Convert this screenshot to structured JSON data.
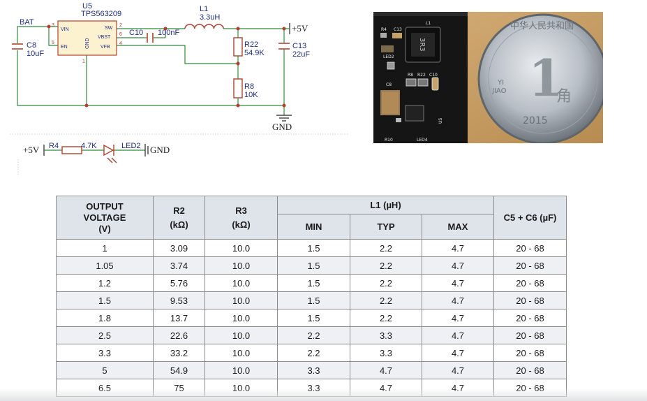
{
  "schematic": {
    "u5_ref": "U5",
    "u5_part": "TPS563209",
    "bat_label": "BAT",
    "pin_vin": "VIN",
    "pin_en": "EN",
    "pin_gnd": "GND",
    "pin_sw": "SW",
    "pin_vbst": "VBST",
    "pin_vfb": "VFB",
    "pin_num_vin": "3",
    "pin_num_en": "5",
    "pin_num_sw": "2",
    "pin_num_vbst": "6",
    "pin_num_vfb": "4",
    "pin_num_gnd": "1",
    "c8_ref": "C8",
    "c8_value": "10uF",
    "c10_ref": "C10",
    "c10_value": "100nF",
    "l1_ref": "L1",
    "l1_value": "3.3uH",
    "out_label": "+5V",
    "r22_ref": "R22",
    "r22_value": "54.9K",
    "r8_ref": "R8",
    "r8_value": "10K",
    "c13_ref": "C13",
    "c13_value": "22uF",
    "gnd_label": "GND",
    "led_vin_label": "+5V",
    "r4_ref": "R4",
    "r4_value": "4.7K",
    "led2_ref": "LED2",
    "led_gnd_label": "GND"
  },
  "photo": {
    "board_labels": [
      "R4",
      "C13",
      "L1",
      "LED2",
      "3R3",
      "R8",
      "R22",
      "C10",
      "C8",
      "US",
      "R10",
      "LED4"
    ],
    "coin_labels": {
      "denomination": "1",
      "unit": "角",
      "pinyin_yi": "YI",
      "pinyin_jiao": "JIAO",
      "year": "2015",
      "top_arc": "中华人民共和国"
    }
  },
  "table": {
    "headers": {
      "output_voltage_line1": "OUTPUT",
      "output_voltage_line2": "VOLTAGE",
      "output_voltage_line3": "(V)",
      "r2": "R2",
      "r2_unit": "(kΩ)",
      "r3": "R3",
      "r3_unit": "(kΩ)",
      "l1": "L1 (µH)",
      "min": "MIN",
      "typ": "TYP",
      "max": "MAX",
      "cap": "C5 + C6 (µF)"
    },
    "rows": [
      [
        "1",
        "3.09",
        "10.0",
        "1.5",
        "2.2",
        "4.7",
        "20 - 68"
      ],
      [
        "1.05",
        "3.74",
        "10.0",
        "1.5",
        "2.2",
        "4.7",
        "20 - 68"
      ],
      [
        "1.2",
        "5.76",
        "10.0",
        "1.5",
        "2.2",
        "4.7",
        "20 - 68"
      ],
      [
        "1.5",
        "9.53",
        "10.0",
        "1.5",
        "2.2",
        "4.7",
        "20 - 68"
      ],
      [
        "1.8",
        "13.7",
        "10.0",
        "1.5",
        "2.2",
        "4.7",
        "20 - 68"
      ],
      [
        "2.5",
        "22.6",
        "10.0",
        "2.2",
        "3.3",
        "4.7",
        "20 - 68"
      ],
      [
        "3.3",
        "33.2",
        "10.0",
        "2.2",
        "3.3",
        "4.7",
        "20 - 68"
      ],
      [
        "5",
        "54.9",
        "10.0",
        "3.3",
        "4.7",
        "4.7",
        "20 - 68"
      ],
      [
        "6.5",
        "75",
        "10.0",
        "3.3",
        "4.7",
        "4.7",
        "20 - 68"
      ]
    ]
  },
  "colors": {
    "wire": "#2e8b3a",
    "part": "#b4412b",
    "junction": "#c0392b",
    "label": "#1d2b8c",
    "header_bg": "#dfe3ea"
  }
}
